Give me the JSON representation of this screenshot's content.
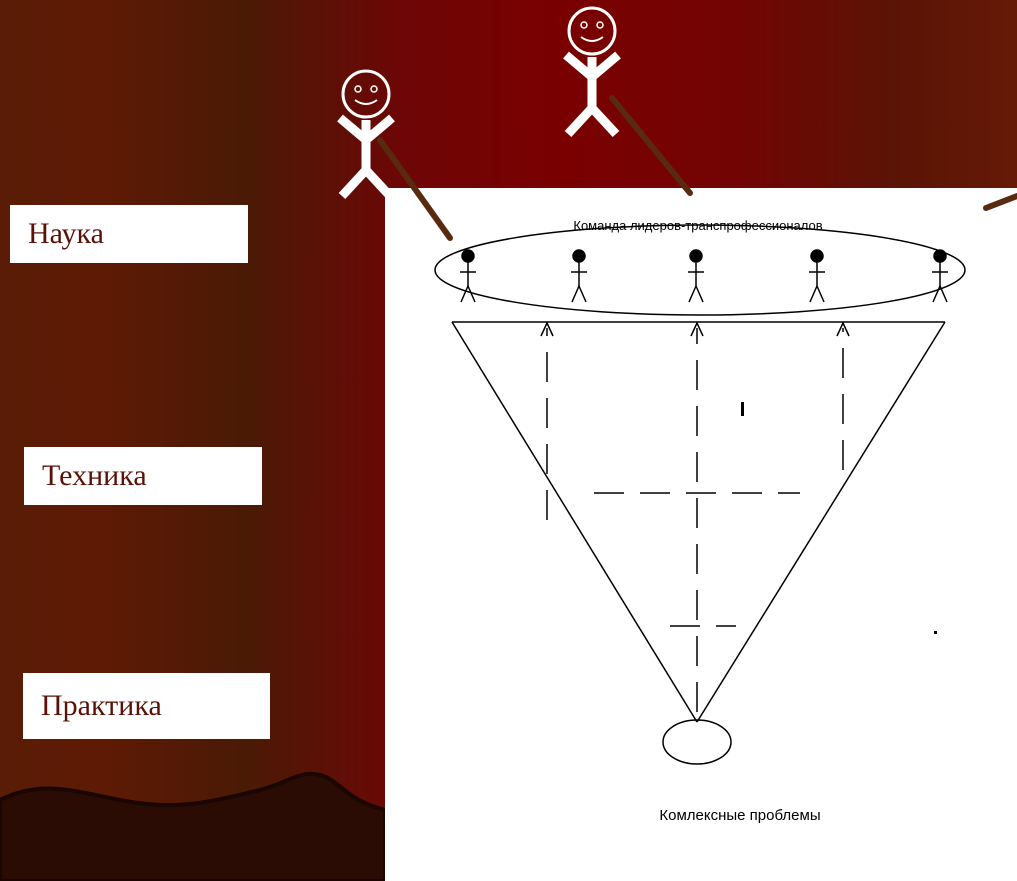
{
  "labels": {
    "science": "Наука",
    "technology": "Техника",
    "practice": "Практика"
  },
  "diagram": {
    "team_caption": "Команда лидеров-транспрофессионалов",
    "problems_caption": "Комлексные проблемы",
    "team_member_count": 5
  },
  "colors": {
    "background_dark": "#4a1a05",
    "background_red": "#7a0000",
    "label_text": "#5a1208",
    "pointer_line": "#5a2a10",
    "ground": "#2a0c04"
  }
}
